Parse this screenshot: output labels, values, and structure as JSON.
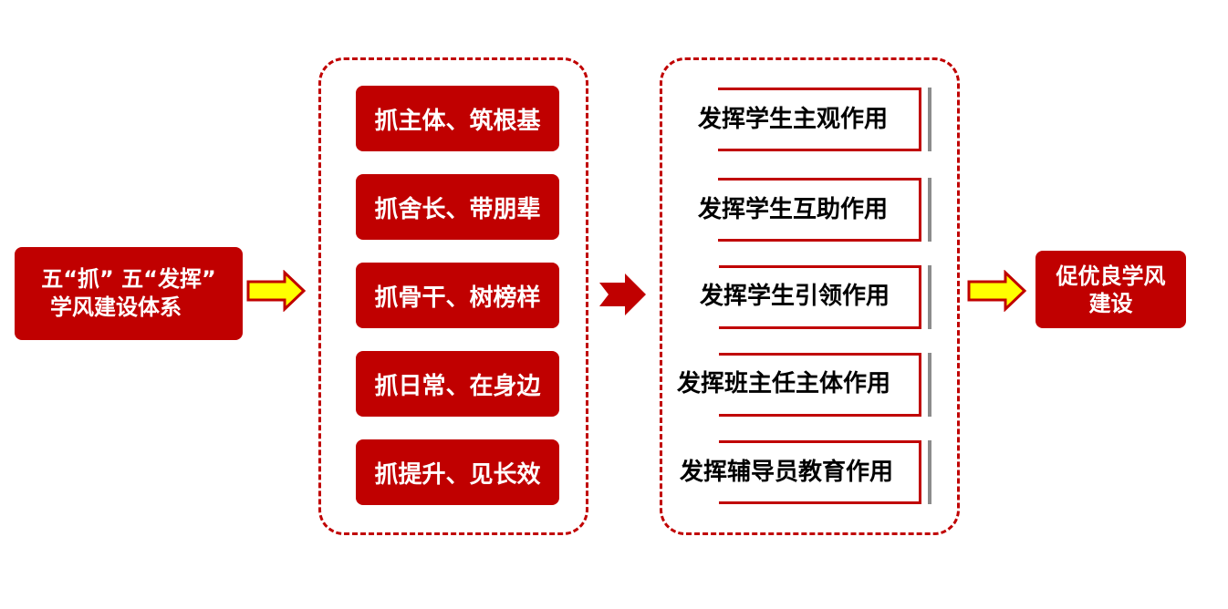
{
  "source": {
    "line1": "五“抓” 五“发挥”",
    "line2": "学风建设体系"
  },
  "zhua_items": [
    "抓主体、筑根基",
    "抓舍长、带朋辈",
    "抓骨干、树榜样",
    "抓日常、在身边",
    "抓提升、见长效"
  ],
  "fahui_items": [
    "发挥学生主观作用",
    "发挥学生互助作用",
    "发挥学生引领作用",
    "发挥班主任主体作用",
    "发挥辅导员教育作用"
  ],
  "target": {
    "line1": "促优良学风",
    "line2": "建设"
  },
  "colors": {
    "primary_red": "#c00000",
    "arrow_fill": "#ffff00",
    "bracket_gray": "#8c8c8c"
  }
}
